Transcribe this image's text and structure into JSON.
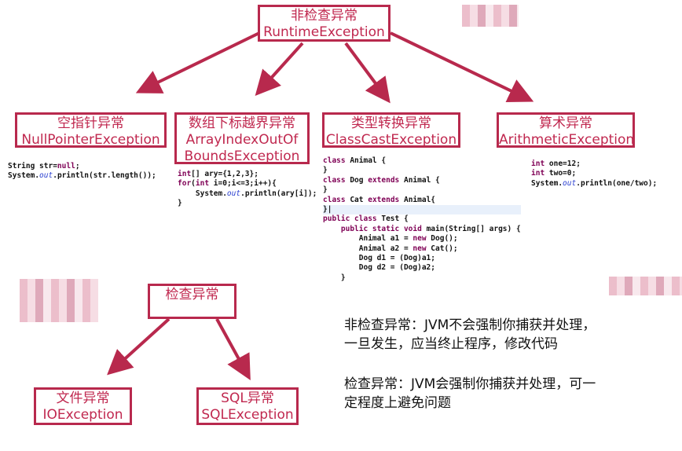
{
  "nodes": {
    "root": {
      "cn": "非检查异常",
      "en": "RuntimeException"
    },
    "npe": {
      "cn": "空指针异常",
      "en": "NullPointerException"
    },
    "aioobe": {
      "cn": "数组下标越界异常",
      "en1": "ArrayIndexOutOf",
      "en2": "BoundsException"
    },
    "cce": {
      "cn": "类型转换异常",
      "en": "ClassCastException"
    },
    "ae": {
      "cn": "算术异常",
      "en": "ArithmeticException"
    },
    "checked": {
      "cn": "检查异常"
    },
    "ioe": {
      "cn": "文件异常",
      "en": "IOException"
    },
    "sqle": {
      "cn": "SQL异常",
      "en": "SQLException"
    }
  },
  "code": {
    "npe": [
      [
        {
          "t": "String str="
        },
        {
          "t": "null",
          "c": "k"
        },
        {
          "t": ";"
        }
      ],
      [
        {
          "t": "System."
        },
        {
          "t": "out",
          "c": "o"
        },
        {
          "t": ".println(str.length());"
        }
      ]
    ],
    "aioobe": [
      [
        {
          "t": "int",
          "c": "k"
        },
        {
          "t": "[] ary={1,2,3};"
        }
      ],
      [
        {
          "t": "for",
          "c": "k"
        },
        {
          "t": "("
        },
        {
          "t": "int",
          "c": "k"
        },
        {
          "t": " i=0;i<=3;i++){"
        }
      ],
      [
        {
          "t": "    System."
        },
        {
          "t": "out",
          "c": "o"
        },
        {
          "t": ".println(ary[i]);"
        }
      ],
      [
        {
          "t": "}"
        }
      ]
    ],
    "cce": [
      [
        {
          "t": "class",
          "c": "k"
        },
        {
          "t": " Animal {"
        }
      ],
      [
        {
          "t": "}"
        }
      ],
      [
        {
          "t": "class",
          "c": "k"
        },
        {
          "t": " Dog "
        },
        {
          "t": "extends",
          "c": "k"
        },
        {
          "t": " Animal {"
        }
      ],
      [
        {
          "t": "}"
        }
      ],
      [
        {
          "t": "class",
          "c": "k"
        },
        {
          "t": " Cat "
        },
        {
          "t": "extends",
          "c": "k"
        },
        {
          "t": " Animal{"
        }
      ],
      [
        {
          "t": "}|",
          "hl": true
        }
      ],
      [
        {
          "t": "public class",
          "c": "k"
        },
        {
          "t": " Test {"
        }
      ],
      [
        {
          "t": "    "
        },
        {
          "t": "public static void",
          "c": "k"
        },
        {
          "t": " main(String[] args) {"
        }
      ],
      [
        {
          "t": "        Animal a1 = "
        },
        {
          "t": "new",
          "c": "k"
        },
        {
          "t": " Dog();"
        }
      ],
      [
        {
          "t": "        Animal a2 = "
        },
        {
          "t": "new",
          "c": "k"
        },
        {
          "t": " Cat();"
        }
      ],
      [
        {
          "t": "        Dog d1 = (Dog)a1;"
        }
      ],
      [
        {
          "t": "        Dog d2 = (Dog)a2;"
        }
      ],
      [
        {
          "t": "    }"
        }
      ]
    ],
    "ae": [
      [
        {
          "t": "int",
          "c": "k"
        },
        {
          "t": " one=12;"
        }
      ],
      [
        {
          "t": "int",
          "c": "k"
        },
        {
          "t": " two=0;"
        }
      ],
      [
        {
          "t": "System."
        },
        {
          "t": "out",
          "c": "o"
        },
        {
          "t": ".println(one/two);"
        }
      ]
    ]
  },
  "notes": {
    "unchecked_1": "非检查异常：JVM不会强制你捕获并处理，",
    "unchecked_2": "一旦发生，应当终止程序，修改代码",
    "checked_1": "检查异常：JVM会强制你捕获并处理，可一",
    "checked_2": "定程度上避免问题"
  },
  "colors": {
    "accent": "#b8294d"
  }
}
